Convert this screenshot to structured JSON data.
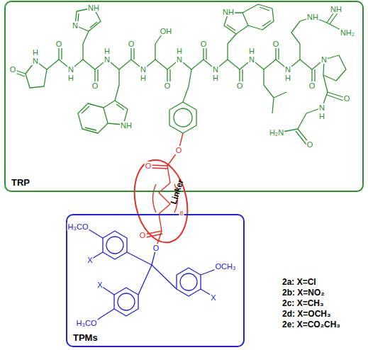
{
  "diagram": {
    "nodes": [
      {
        "text": [
          "TRP"
        ]
      },
      {
        "text": [
          "Linker"
        ]
      },
      {
        "text": [
          "TPMs"
        ]
      }
    ],
    "labels": [
      "O",
      "N",
      "H",
      "O",
      "N",
      "H",
      "N",
      "NH",
      "O",
      "N",
      "H",
      "NH",
      "O",
      "N",
      "H",
      "OH",
      "O",
      "N",
      "H",
      "O",
      "N",
      "H",
      "NH",
      "O",
      "N",
      "H",
      "O",
      "N",
      "H",
      "NH",
      "NH",
      "NH₂",
      "O",
      "N",
      "O",
      "N",
      "H",
      "O",
      "H₂N",
      "O",
      "O",
      "8",
      "O",
      "O",
      "H₃CO",
      "X",
      "OCH₃",
      "X",
      "H₃CO",
      "X",
      "2a: X=Cl",
      "2b: X=NO₂",
      "2c: X=CH₃",
      "2d: X=OCH₃",
      "2e: X=CO₂CH₃"
    ]
  }
}
